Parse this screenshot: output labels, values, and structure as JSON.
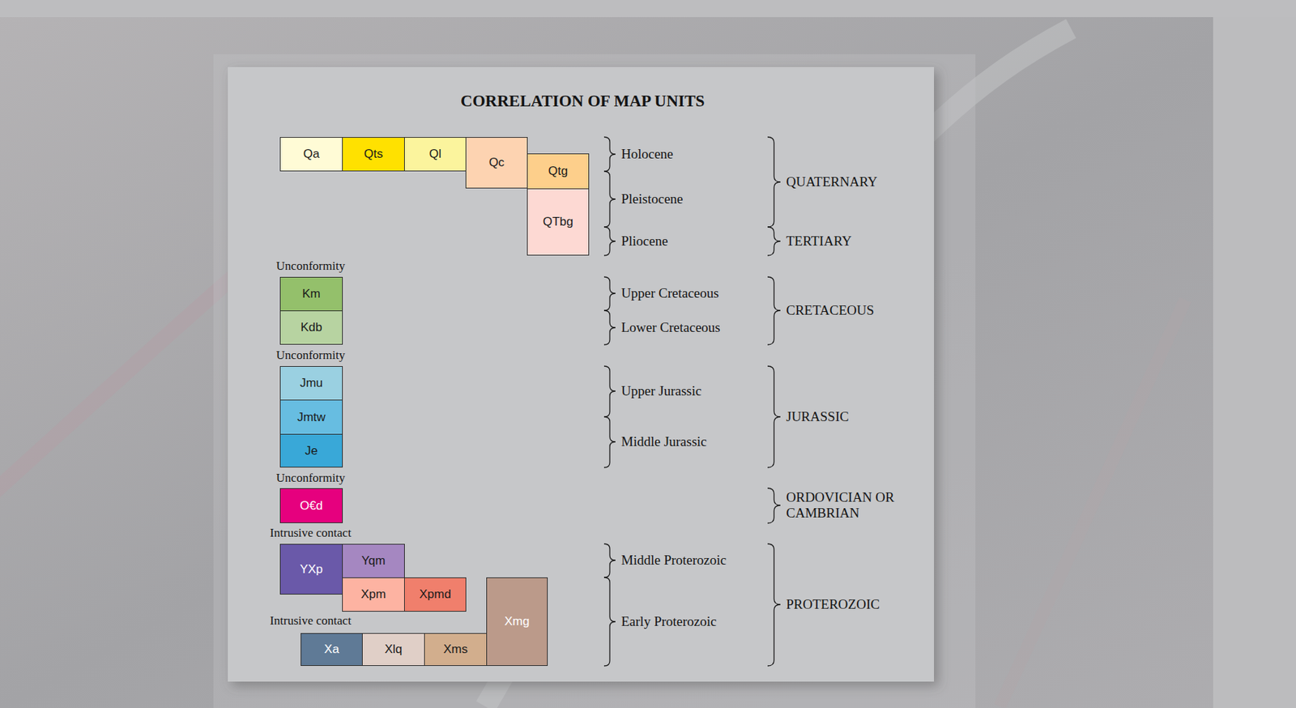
{
  "diagram": {
    "title": "CORRELATION OF MAP UNITS",
    "nodes": [
      {
        "text": [
          "Qa"
        ]
      },
      {
        "text": [
          "Qts"
        ]
      },
      {
        "text": [
          "Ql"
        ]
      },
      {
        "text": [
          "Qc"
        ]
      },
      {
        "text": [
          "Qtg"
        ]
      },
      {
        "text": [
          "QTbg"
        ]
      },
      {
        "text": [
          "Km"
        ]
      },
      {
        "text": [
          "Kdb"
        ]
      },
      {
        "text": [
          "Jmu"
        ]
      },
      {
        "text": [
          "Jmtw"
        ]
      },
      {
        "text": [
          "Je"
        ]
      },
      {
        "text": [
          "O€d"
        ]
      },
      {
        "text": [
          "YXp"
        ]
      },
      {
        "text": [
          "Yqm"
        ]
      },
      {
        "text": [
          "Xpm"
        ]
      },
      {
        "text": [
          "Xpmd"
        ]
      },
      {
        "text": [
          "Xmg"
        ]
      },
      {
        "text": [
          "Xa"
        ]
      },
      {
        "text": [
          "Xlq"
        ]
      },
      {
        "text": [
          "Xms"
        ]
      }
    ],
    "labels": [
      "Holocene",
      "Pleistocene",
      "Pliocene",
      "QUATERNARY",
      "TERTIARY",
      "Unconformity",
      "Upper Cretaceous",
      "Lower Cretaceous",
      "CRETACEOUS",
      "Unconformity",
      "Upper Jurassic",
      "Middle Jurassic",
      "JURASSIC",
      "Unconformity",
      "ORDOVICIAN OR CAMBRIAN",
      "Intrusive contact",
      "Middle Proterozoic",
      "PROTEROZOIC",
      "Intrusive contact",
      "Early Proterozoic"
    ]
  }
}
